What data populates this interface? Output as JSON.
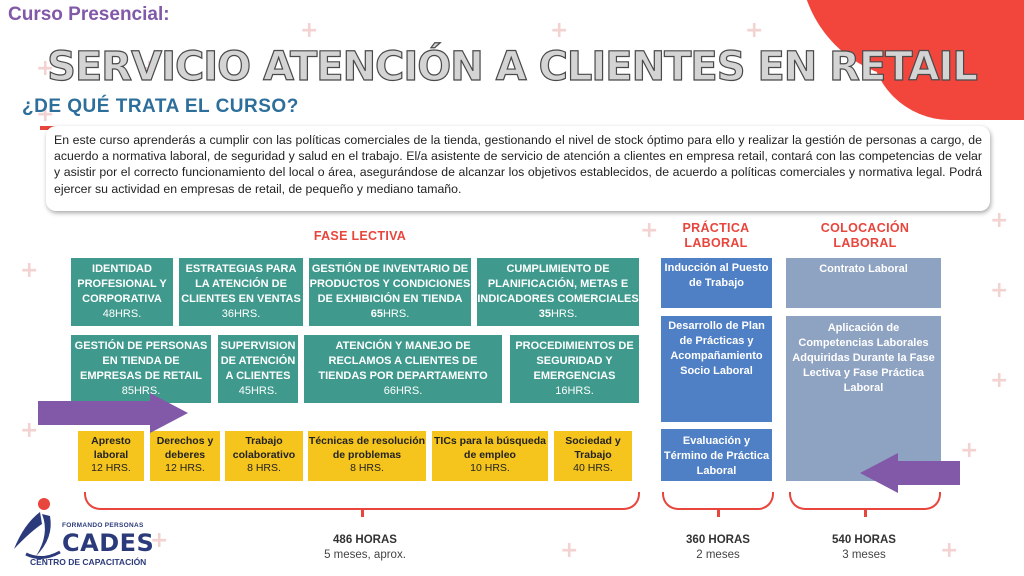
{
  "header": {
    "pre_title": "Curso Presencial:",
    "title": "SERVICIO ATENCIÓN A CLIENTES EN RETAIL",
    "section": "¿DE QUÉ TRATA EL CURSO?"
  },
  "description": "En este curso aprenderás a cumplir con las políticas comerciales de la tienda, gestionando el nivel de stock óptimo para ello y realizar la gestión de personas a cargo, de acuerdo a normativa laboral, de seguridad y salud en el trabajo. El/a asistente de servicio de atención a clientes en empresa retail, contará con las competencias de velar y asistir por el correcto funcionamiento del local o área, asegurándose de alcanzar los objetivos establecidos, de acuerdo a políticas comerciales y normativa legal. Podrá ejercer su actividad en empresas de retail, de pequeño y mediano tamaño.",
  "phases": {
    "lectiva": {
      "title": "FASE LECTIVA",
      "row1": [
        {
          "name": "IDENTIDAD PROFESIONAL Y CORPORATIVA",
          "hours": "48HRS."
        },
        {
          "name": "ESTRATEGIAS PARA LA ATENCIÓN DE CLIENTES EN VENTAS",
          "hours": "36HRS."
        },
        {
          "name": "GESTIÓN DE INVENTARIO DE PRODUCTOS Y CONDICIONES DE EXHIBICIÓN EN TIENDA",
          "hours_num": "65",
          "hours_unit": "HRS."
        },
        {
          "name": "CUMPLIMIENTO DE PLANIFICACIÓN, METAS E INDICADORES COMERCIALES",
          "hours_num": "35",
          "hours_unit": "HRS."
        }
      ],
      "row2": [
        {
          "name": "GESTIÓN DE PERSONAS EN TIENDA DE EMPRESAS DE RETAIL",
          "hours": "85HRS."
        },
        {
          "name": "SUPERVISION DE ATENCIÓN A CLIENTES",
          "hours": "45HRS."
        },
        {
          "name": "ATENCIÓN Y MANEJO DE RECLAMOS A CLIENTES DE TIENDAS POR DEPARTAMENTO",
          "hours": "66HRS."
        },
        {
          "name": "PROCEDIMIENTOS DE SEGURIDAD Y EMERGENCIAS",
          "hours": "16HRS."
        }
      ],
      "transversal": [
        {
          "name": "Apresto laboral",
          "hours": "12 HRS."
        },
        {
          "name": "Derechos y deberes",
          "hours": "12 HRS."
        },
        {
          "name": "Trabajo colaborativo",
          "hours": "8 HRS."
        },
        {
          "name": "Técnicas de resolución de problemas",
          "hours": "8 HRS."
        },
        {
          "name": "TICs para la búsqueda de empleo",
          "hours": "10 HRS."
        },
        {
          "name": "Sociedad y Trabajo",
          "hours": "40 HRS."
        }
      ],
      "total": "486 HORAS",
      "duration": "5 meses, aprox."
    },
    "practica": {
      "title": "PRÁCTICA LABORAL",
      "items": [
        "Inducción al Puesto de Trabajo",
        "Desarrollo de Plan de Prácticas y Acompañamiento Socio Laboral",
        "Evaluación y Término de Práctica Laboral"
      ],
      "total": "360 HORAS",
      "duration": "2 meses"
    },
    "colocacion": {
      "title": "COLOCACIÓN LABORAL",
      "items": [
        "Contrato Laboral",
        "Aplicación de Competencias Laborales Adquiridas Durante la Fase Lectiva y Fase Práctica Laboral"
      ],
      "total": "540 HORAS",
      "duration": "3 meses"
    }
  },
  "logo": {
    "subtitle": "FORMANDO PERSONAS",
    "name": "CADES",
    "tagline": "CENTRO DE CAPACITACIÓN"
  },
  "colors": {
    "accent_red": "#e8453c",
    "teal": "#3f9a8d",
    "blue": "#4f7fc4",
    "gray_blue": "#8ea2c2",
    "yellow": "#f5c41d",
    "purple": "#8159a8"
  }
}
